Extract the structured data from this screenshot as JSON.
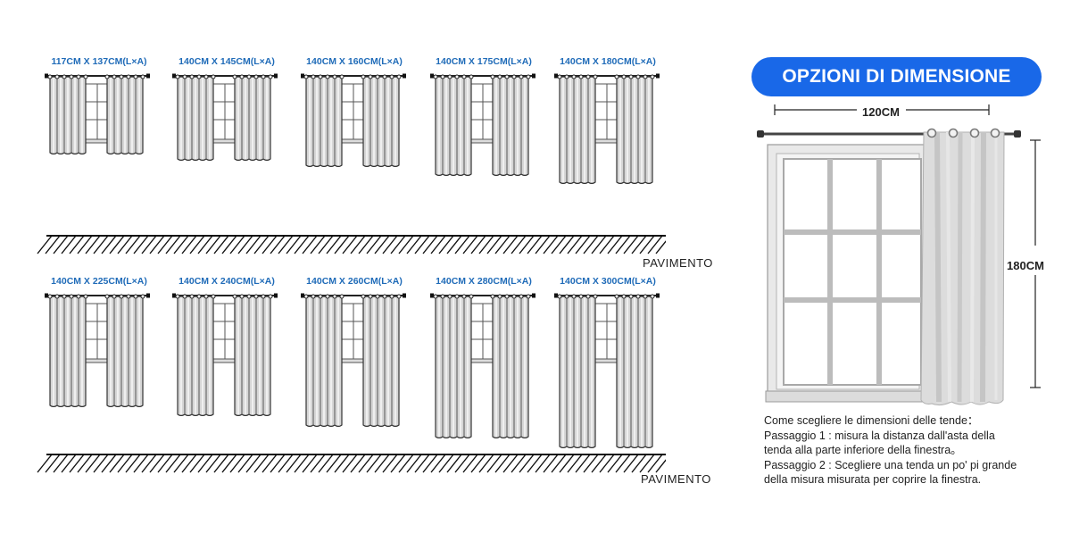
{
  "size_options": [
    {
      "label": "117CM X 137CM(L×A)"
    },
    {
      "label": "140CM X 145CM(L×A)"
    },
    {
      "label": "140CM X 160CM(L×A)"
    },
    {
      "label": "140CM X 175CM(L×A)"
    },
    {
      "label": "140CM X 180CM(L×A)"
    },
    {
      "label": "140CM X 225CM(L×A)"
    },
    {
      "label": "140CM X 240CM(L×A)"
    },
    {
      "label": "140CM X 260CM(L×A)"
    },
    {
      "label": "140CM X 280CM(L×A)"
    },
    {
      "label": "140CM X 300CM(L×A)"
    }
  ],
  "floor_label": "PAVIMENTO",
  "panel": {
    "title": "OPZIONI DI DIMENSIONE",
    "width_label": "120CM",
    "height_label": "180CM",
    "accent_color": "#1968e8",
    "label_color": "#1f6bb8"
  },
  "instructions": {
    "heading": "Come scegliere le dimensioni delle tende：",
    "line1": "Passaggio 1 : misura la distanza dall'asta della",
    "line2": "tenda alla parte inferiore della finestra。",
    "line3": "Passaggio 2 : Scegliere una tenda un po' pi grande",
    "line4": "della misura misurata per coprire la finestra."
  }
}
